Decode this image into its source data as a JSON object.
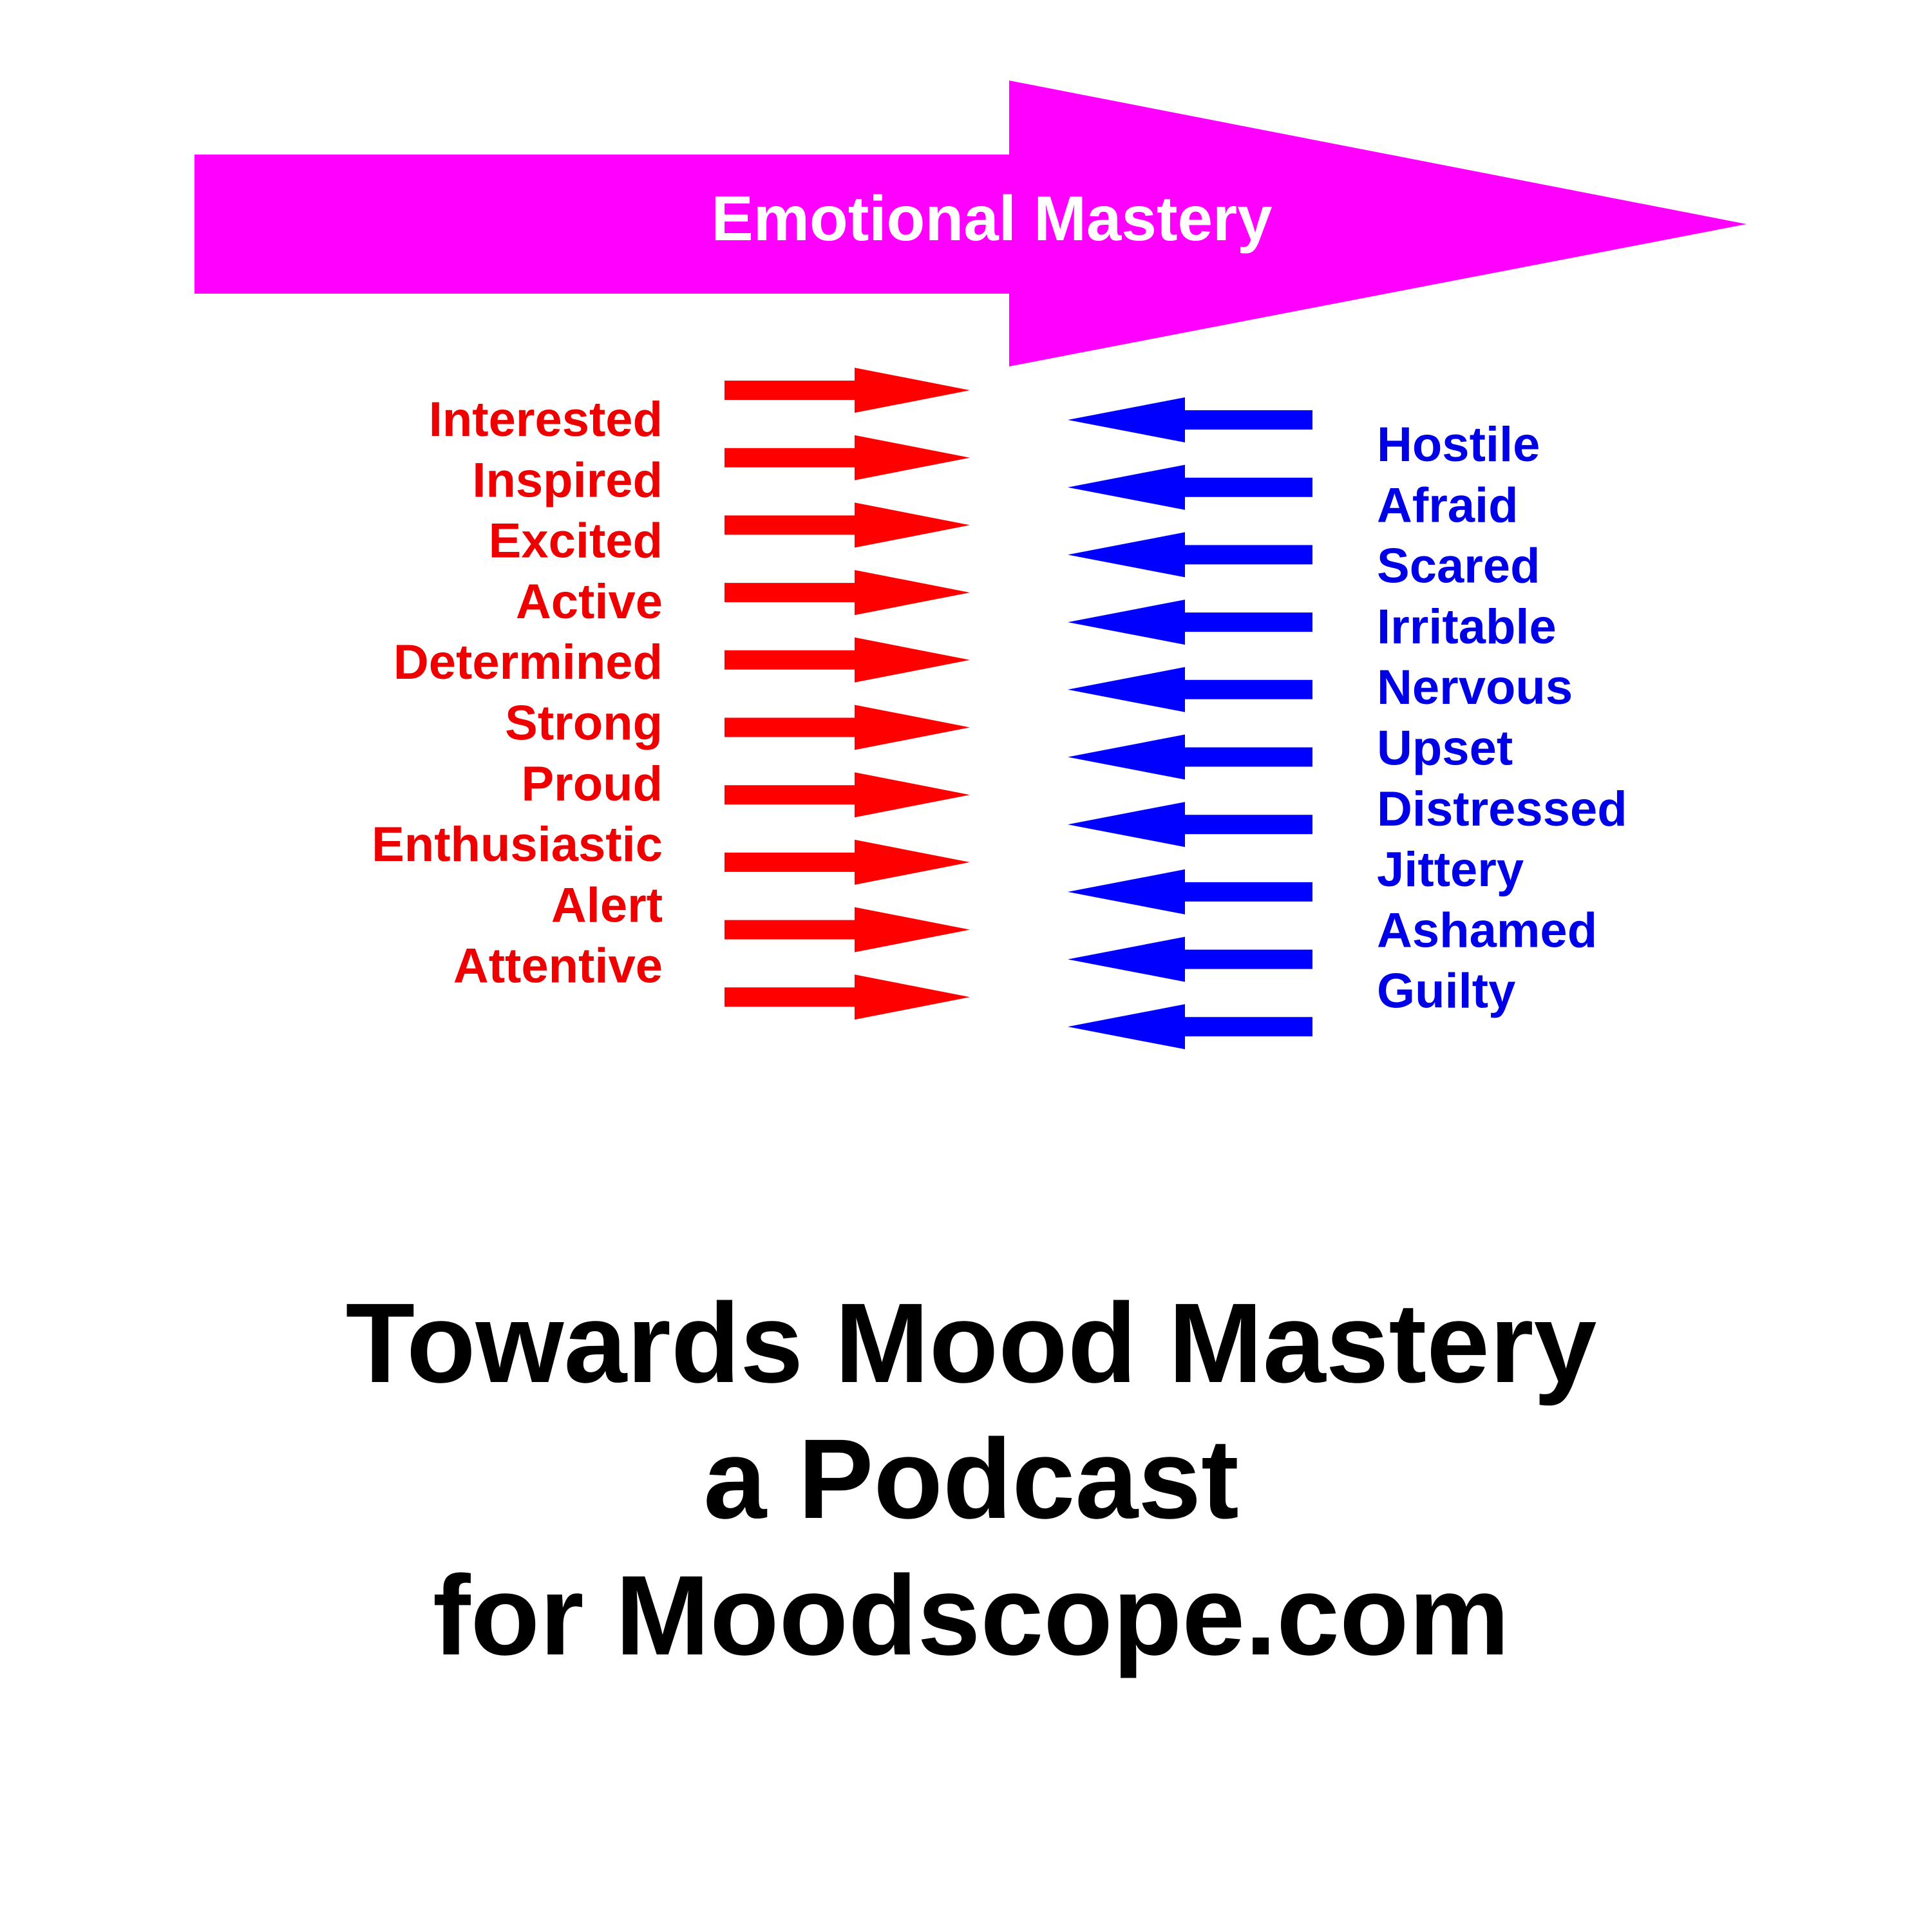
{
  "banner": {
    "title": "Emotional Mastery",
    "color": "#ff00ff"
  },
  "positive": {
    "color": "#ff0000",
    "labels": [
      "Interested",
      "Inspired",
      "Excited",
      "Active",
      "Determined",
      "Strong",
      "Proud",
      "Enthusiastic",
      "Alert",
      "Attentive"
    ]
  },
  "negative": {
    "color": "#0000ff",
    "labels": [
      "Hostile",
      "Afraid",
      "Scared",
      "Irritable",
      "Nervous",
      "Upset",
      "Distressed",
      "Jittery",
      "Ashamed",
      "Guilty"
    ]
  },
  "footer": {
    "lines": [
      "Towards Mood Mastery",
      "a Podcast",
      "for Moodscope.com"
    ]
  }
}
